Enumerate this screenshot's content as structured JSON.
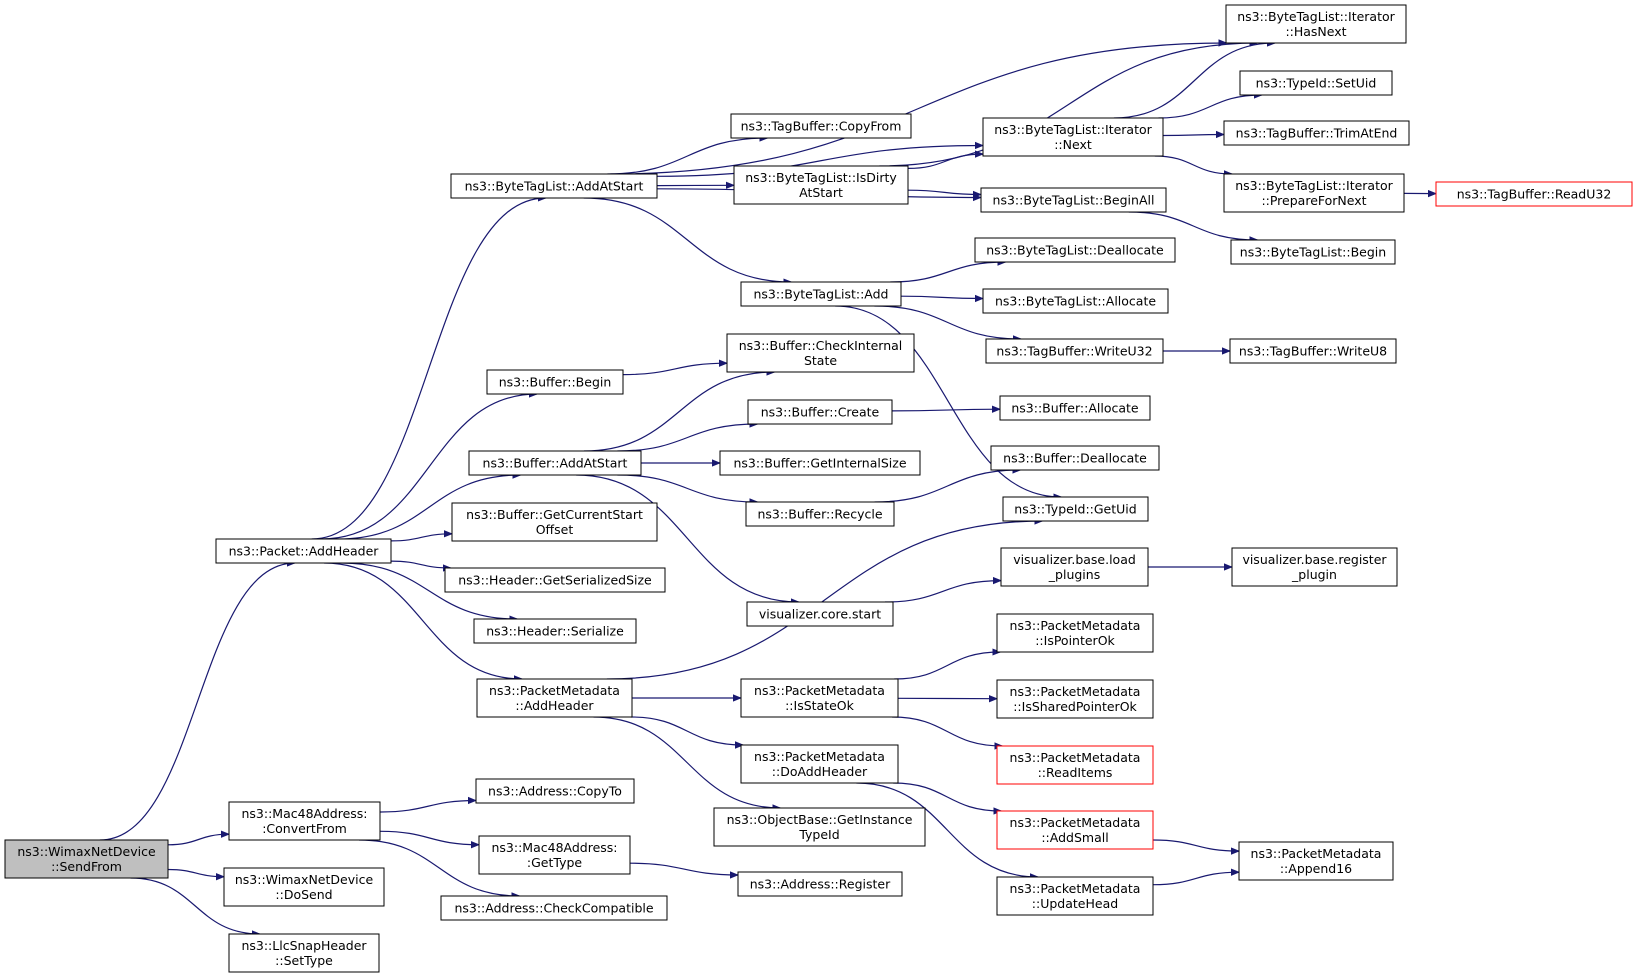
{
  "graph": {
    "nodes": [
      {
        "id": "root",
        "lines": [
          "ns3::WimaxNetDevice",
          "::SendFrom"
        ],
        "style": "root"
      },
      {
        "id": "packet_addheader",
        "lines": [
          "ns3::Packet::AddHeader"
        ]
      },
      {
        "id": "mac48_convertfrom",
        "lines": [
          "ns3::Mac48Address:",
          ":ConvertFrom"
        ]
      },
      {
        "id": "wimax_dosend",
        "lines": [
          "ns3::WimaxNetDevice",
          "::DoSend"
        ]
      },
      {
        "id": "llcsnap_settype",
        "lines": [
          "ns3::LlcSnapHeader",
          "::SetType"
        ]
      },
      {
        "id": "btl_addatstart",
        "lines": [
          "ns3::ByteTagList::AddAtStart"
        ]
      },
      {
        "id": "buffer_begin",
        "lines": [
          "ns3::Buffer::Begin"
        ]
      },
      {
        "id": "buffer_addatstart",
        "lines": [
          "ns3::Buffer::AddAtStart"
        ]
      },
      {
        "id": "buffer_getcurrentstartoffset",
        "lines": [
          "ns3::Buffer::GetCurrentStart",
          "Offset"
        ]
      },
      {
        "id": "header_getserializedsize",
        "lines": [
          "ns3::Header::GetSerializedSize"
        ]
      },
      {
        "id": "header_serialize",
        "lines": [
          "ns3::Header::Serialize"
        ]
      },
      {
        "id": "pm_addheader",
        "lines": [
          "ns3::PacketMetadata",
          "::AddHeader"
        ]
      },
      {
        "id": "address_copyto",
        "lines": [
          "ns3::Address::CopyTo"
        ]
      },
      {
        "id": "mac48_gettype",
        "lines": [
          "ns3::Mac48Address:",
          ":GetType"
        ]
      },
      {
        "id": "address_checkcompatible",
        "lines": [
          "ns3::Address::CheckCompatible"
        ]
      },
      {
        "id": "tagbuffer_copyfrom",
        "lines": [
          "ns3::TagBuffer::CopyFrom"
        ]
      },
      {
        "id": "btl_isdirtyatstart",
        "lines": [
          "ns3::ByteTagList::IsDirty",
          "AtStart"
        ]
      },
      {
        "id": "btl_add",
        "lines": [
          "ns3::ByteTagList::Add"
        ]
      },
      {
        "id": "buffer_checkinternalstate",
        "lines": [
          "ns3::Buffer::CheckInternal",
          "State"
        ]
      },
      {
        "id": "buffer_create",
        "lines": [
          "ns3::Buffer::Create"
        ]
      },
      {
        "id": "buffer_getinternalsize",
        "lines": [
          "ns3::Buffer::GetInternalSize"
        ]
      },
      {
        "id": "buffer_recycle",
        "lines": [
          "ns3::Buffer::Recycle"
        ]
      },
      {
        "id": "viz_core_start",
        "lines": [
          "visualizer.core.start"
        ]
      },
      {
        "id": "pm_isstateok",
        "lines": [
          "ns3::PacketMetadata",
          "::IsStateOk"
        ]
      },
      {
        "id": "pm_doaddheader",
        "lines": [
          "ns3::PacketMetadata",
          "::DoAddHeader"
        ]
      },
      {
        "id": "objectbase_getinstancetypeid",
        "lines": [
          "ns3::ObjectBase::GetInstance",
          "TypeId"
        ]
      },
      {
        "id": "address_register",
        "lines": [
          "ns3::Address::Register"
        ]
      },
      {
        "id": "btl_iter_next",
        "lines": [
          "ns3::ByteTagList::Iterator",
          "::Next"
        ]
      },
      {
        "id": "btl_beginall",
        "lines": [
          "ns3::ByteTagList::BeginAll"
        ]
      },
      {
        "id": "btl_deallocate",
        "lines": [
          "ns3::ByteTagList::Deallocate"
        ]
      },
      {
        "id": "btl_allocate",
        "lines": [
          "ns3::ByteTagList::Allocate"
        ]
      },
      {
        "id": "tagbuffer_writeu32",
        "lines": [
          "ns3::TagBuffer::WriteU32"
        ]
      },
      {
        "id": "buffer_allocate",
        "lines": [
          "ns3::Buffer::Allocate"
        ]
      },
      {
        "id": "buffer_deallocate",
        "lines": [
          "ns3::Buffer::Deallocate"
        ]
      },
      {
        "id": "typeid_getuid",
        "lines": [
          "ns3::TypeId::GetUid"
        ]
      },
      {
        "id": "viz_base_loadplugins",
        "lines": [
          "visualizer.base.load",
          "_plugins"
        ]
      },
      {
        "id": "pm_ispointerok",
        "lines": [
          "ns3::PacketMetadata",
          "::IsPointerOk"
        ]
      },
      {
        "id": "pm_issharedpointerok",
        "lines": [
          "ns3::PacketMetadata",
          "::IsSharedPointerOk"
        ]
      },
      {
        "id": "pm_readitems",
        "lines": [
          "ns3::PacketMetadata",
          "::ReadItems"
        ],
        "style": "truncated"
      },
      {
        "id": "pm_addsmall",
        "lines": [
          "ns3::PacketMetadata",
          "::AddSmall"
        ],
        "style": "truncated"
      },
      {
        "id": "pm_updatehead",
        "lines": [
          "ns3::PacketMetadata",
          "::UpdateHead"
        ]
      },
      {
        "id": "btl_iter_hasnext",
        "lines": [
          "ns3::ByteTagList::Iterator",
          "::HasNext"
        ]
      },
      {
        "id": "typeid_setuid",
        "lines": [
          "ns3::TypeId::SetUid"
        ]
      },
      {
        "id": "tagbuffer_trimatend",
        "lines": [
          "ns3::TagBuffer::TrimAtEnd"
        ]
      },
      {
        "id": "btl_iter_preparefornext",
        "lines": [
          "ns3::ByteTagList::Iterator",
          "::PrepareForNext"
        ]
      },
      {
        "id": "btl_begin",
        "lines": [
          "ns3::ByteTagList::Begin"
        ]
      },
      {
        "id": "tagbuffer_writeu8",
        "lines": [
          "ns3::TagBuffer::WriteU8"
        ]
      },
      {
        "id": "viz_base_registerplugin",
        "lines": [
          "visualizer.base.register",
          "_plugin"
        ]
      },
      {
        "id": "pm_append16",
        "lines": [
          "ns3::PacketMetadata",
          "::Append16"
        ]
      },
      {
        "id": "tagbuffer_readu32",
        "lines": [
          "ns3::TagBuffer::ReadU32"
        ],
        "style": "truncated"
      }
    ],
    "edges": [
      [
        "root",
        "packet_addheader"
      ],
      [
        "root",
        "mac48_convertfrom"
      ],
      [
        "root",
        "wimax_dosend"
      ],
      [
        "root",
        "llcsnap_settype"
      ],
      [
        "packet_addheader",
        "btl_addatstart"
      ],
      [
        "packet_addheader",
        "buffer_begin"
      ],
      [
        "packet_addheader",
        "buffer_addatstart"
      ],
      [
        "packet_addheader",
        "buffer_getcurrentstartoffset"
      ],
      [
        "packet_addheader",
        "header_getserializedsize"
      ],
      [
        "packet_addheader",
        "header_serialize"
      ],
      [
        "packet_addheader",
        "pm_addheader"
      ],
      [
        "mac48_convertfrom",
        "address_copyto"
      ],
      [
        "mac48_convertfrom",
        "mac48_gettype"
      ],
      [
        "mac48_convertfrom",
        "address_checkcompatible"
      ],
      [
        "mac48_gettype",
        "address_register"
      ],
      [
        "btl_addatstart",
        "btl_iter_hasnext"
      ],
      [
        "btl_addatstart",
        "btl_iter_next"
      ],
      [
        "btl_addatstart",
        "tagbuffer_copyfrom"
      ],
      [
        "btl_addatstart",
        "btl_isdirtyatstart"
      ],
      [
        "btl_addatstart",
        "btl_beginall"
      ],
      [
        "btl_addatstart",
        "btl_add"
      ],
      [
        "btl_isdirtyatstart",
        "btl_iter_hasnext"
      ],
      [
        "btl_isdirtyatstart",
        "btl_iter_next"
      ],
      [
        "btl_isdirtyatstart",
        "btl_beginall"
      ],
      [
        "btl_iter_next",
        "btl_iter_hasnext"
      ],
      [
        "btl_iter_next",
        "typeid_setuid"
      ],
      [
        "btl_iter_next",
        "tagbuffer_trimatend"
      ],
      [
        "btl_iter_next",
        "btl_iter_preparefornext"
      ],
      [
        "btl_iter_preparefornext",
        "tagbuffer_readu32"
      ],
      [
        "btl_beginall",
        "btl_begin"
      ],
      [
        "btl_add",
        "btl_deallocate"
      ],
      [
        "btl_add",
        "btl_allocate"
      ],
      [
        "btl_add",
        "tagbuffer_writeu32"
      ],
      [
        "btl_add",
        "typeid_getuid"
      ],
      [
        "tagbuffer_writeu32",
        "tagbuffer_writeu8"
      ],
      [
        "buffer_begin",
        "buffer_checkinternalstate"
      ],
      [
        "buffer_addatstart",
        "buffer_checkinternalstate"
      ],
      [
        "buffer_addatstart",
        "buffer_create"
      ],
      [
        "buffer_addatstart",
        "buffer_getinternalsize"
      ],
      [
        "buffer_addatstart",
        "buffer_recycle"
      ],
      [
        "buffer_addatstart",
        "viz_core_start"
      ],
      [
        "buffer_create",
        "buffer_allocate"
      ],
      [
        "buffer_recycle",
        "buffer_deallocate"
      ],
      [
        "viz_core_start",
        "viz_base_loadplugins"
      ],
      [
        "viz_base_loadplugins",
        "viz_base_registerplugin"
      ],
      [
        "pm_addheader",
        "typeid_getuid"
      ],
      [
        "pm_addheader",
        "pm_isstateok"
      ],
      [
        "pm_addheader",
        "pm_doaddheader"
      ],
      [
        "pm_addheader",
        "objectbase_getinstancetypeid"
      ],
      [
        "pm_isstateok",
        "pm_ispointerok"
      ],
      [
        "pm_isstateok",
        "pm_issharedpointerok"
      ],
      [
        "pm_isstateok",
        "pm_readitems"
      ],
      [
        "pm_doaddheader",
        "pm_addsmall"
      ],
      [
        "pm_doaddheader",
        "pm_updatehead"
      ],
      [
        "pm_addsmall",
        "pm_append16"
      ],
      [
        "pm_updatehead",
        "pm_append16"
      ]
    ]
  }
}
